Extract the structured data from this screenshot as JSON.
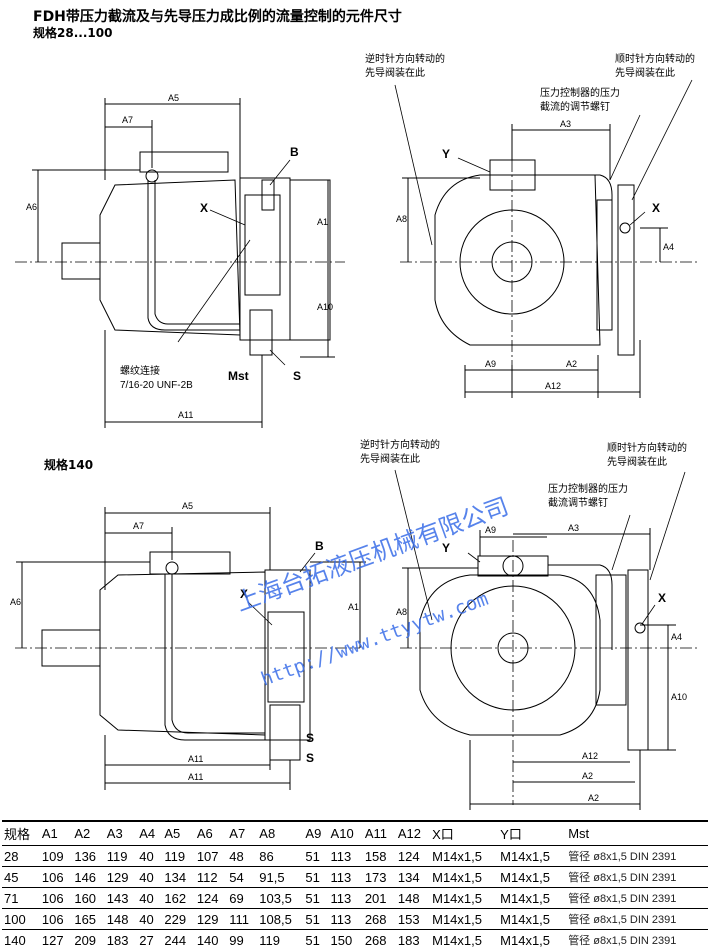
{
  "title": "FDH带压力截流及与先导压力成比例的流量控制的元件尺寸",
  "section1": {
    "heading": "规格28...100",
    "side_labels": {
      "A5": "A5",
      "A7": "A7",
      "A6": "A6",
      "B": "B",
      "X": "X",
      "A1": "A1",
      "A10": "A10",
      "Mst": "Mst",
      "S": "S",
      "A11": "A11",
      "thread_1": "螺纹连接",
      "thread_2": "7/16-20 UNF-2B"
    },
    "front_labels": {
      "ccw_1": "逆时针方向转动的",
      "ccw_2": "先导阀装在此",
      "cw_1": "顺时针方向转动的",
      "cw_2": "先导阀装在此",
      "screw_1": "压力控制器的压力",
      "screw_2": "截流的调节螺钉",
      "Y": "Y",
      "A3": "A3",
      "A8": "A8",
      "X": "X",
      "A4": "A4",
      "A9": "A9",
      "A2": "A2",
      "A12": "A12"
    }
  },
  "section2": {
    "heading": "规格140",
    "side_labels": {
      "A5": "A5",
      "A7": "A7",
      "A6": "A6",
      "B": "B",
      "X": "X",
      "A1": "A1",
      "A11a": "A11",
      "A11b": "A11",
      "S1": "S",
      "S2": "S"
    },
    "front_labels": {
      "ccw_1": "逆时针方向转动的",
      "ccw_2": "先导阀装在此",
      "cw_1": "顺时针方向转动的",
      "cw_2": "先导阀装在此",
      "screw_1": "压力控制器的压力",
      "screw_2": "截流调节螺钉",
      "Y": "Y",
      "A9": "A9",
      "A3": "A3",
      "A8": "A8",
      "X": "X",
      "A4": "A4",
      "A10": "A10",
      "A12": "A12",
      "A2a": "A2",
      "A2b": "A2"
    }
  },
  "watermark": {
    "company": "上海台拓液压机械有限公司",
    "url": "http://www.ttyytw.com"
  },
  "table": {
    "headers": [
      "规格",
      "A1",
      "A2",
      "A3",
      "A4",
      "A5",
      "A6",
      "A7",
      "A8",
      "A9",
      "A10",
      "A11",
      "A12",
      "X口",
      "Y口",
      "Mst"
    ],
    "rows": [
      [
        "28",
        "109",
        "136",
        "119",
        "40",
        "119",
        "107",
        "48",
        "86",
        "51",
        "113",
        "158",
        "124",
        "M14x1,5",
        "M14x1,5",
        "管径 ø8x1,5 DIN 2391"
      ],
      [
        "45",
        "106",
        "146",
        "129",
        "40",
        "134",
        "112",
        "54",
        "91,5",
        "51",
        "113",
        "173",
        "134",
        "M14x1,5",
        "M14x1,5",
        "管径 ø8x1,5 DIN 2391"
      ],
      [
        "71",
        "106",
        "160",
        "143",
        "40",
        "162",
        "124",
        "69",
        "103,5",
        "51",
        "113",
        "201",
        "148",
        "M14x1,5",
        "M14x1,5",
        "管径 ø8x1,5 DIN 2391"
      ],
      [
        "100",
        "106",
        "165",
        "148",
        "40",
        "229",
        "129",
        "111",
        "108,5",
        "51",
        "113",
        "268",
        "153",
        "M14x1,5",
        "M14x1,5",
        "管径 ø8x1,5 DIN 2391"
      ],
      [
        "140",
        "127",
        "209",
        "183",
        "27",
        "244",
        "140",
        "99",
        "119",
        "51",
        "150",
        "268",
        "183",
        "M14x1,5",
        "M14x1,5",
        "管径 ø8x1,5 DIN 2391"
      ]
    ]
  }
}
